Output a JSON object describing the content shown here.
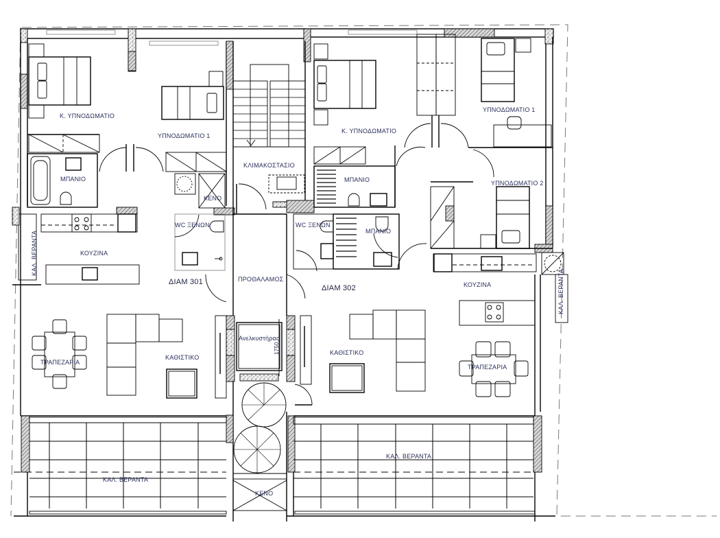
{
  "plan": {
    "type": "architectural floor plan",
    "apartments": [
      {
        "id": "ΔΙΑΜ 301",
        "rooms": {
          "master_bedroom": "Κ. ΥΠΝΟΔΩΜΑΤΙΟ",
          "bedroom_1": "ΥΠΝΟΔΩΜΑΤΙΟ 1",
          "bathroom": "ΜΠΑΝΙΟ",
          "void": "ΚΕΝΟ",
          "guest_wc": "WC ΞΕΝΩΝ",
          "kitchen": "ΚΟΥΖΙΝΑ",
          "covered_veranda": "ΚΑΛ. ΒΕΡΑΝΤΑ",
          "dining": "ΤΡΑΠΕΖΑΡΙΑ",
          "living": "ΚΑΘΙΣΤΙΚΟ",
          "veranda": "ΚΑΛ. ΒΕΡΑΝΤΑ"
        }
      },
      {
        "id": "ΔΙΑΜ 302",
        "rooms": {
          "master_bedroom": "Κ. ΥΠΝΟΔΩΜΑΤΙΟ",
          "bedroom_1": "ΥΠΝΟΔΩΜΑΤΙΟ 1",
          "bedroom_2": "ΥΠΝΟΔΩΜΑΤΙΟ 2",
          "bathroom": "ΜΠΑΝΙΟ",
          "bathroom_2": "ΜΠΑΝΙΟ",
          "guest_wc": "WC ΞΕΝΩΝ",
          "kitchen": "ΚΟΥΖΙΝΑ",
          "covered_veranda": "ΚΑΛ. ΒΕΡΑΝΤΑ",
          "dining": "ΤΡΑΠΕΖΑΡΙΑ",
          "living": "ΚΑΘΙΣΤΙΚΟ",
          "veranda": "ΚΑΛ. ΒΕΡΑΝΤΑ"
        }
      }
    ],
    "common": {
      "stairwell": "ΚΛΙΜΑΚΟΣΤΑΣΙΟ",
      "lobby": "ΠΡΟΘΑΛΑΜΟΣ",
      "elevator": "Ανελκυστήρας",
      "elevator_dim": "1750",
      "void": "ΚΕΝΟ"
    },
    "colors": {
      "lines": "#000000",
      "labels": "#2a2f5a",
      "background": "#ffffff"
    }
  }
}
